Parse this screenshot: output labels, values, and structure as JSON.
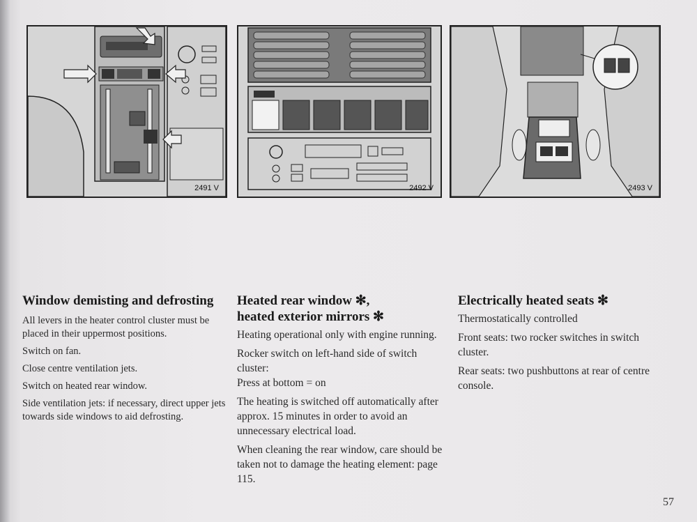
{
  "figures": [
    {
      "label": "2491 V"
    },
    {
      "label": "2492 V"
    },
    {
      "label": "2493 V"
    }
  ],
  "sections": [
    {
      "heading": "Window demisting and defrosting",
      "paragraphs": [
        "All levers in the heater control cluster must be placed in their uppermost positions.",
        "Switch on fan.",
        "Close centre ventilation jets.",
        "Switch on heated rear window.",
        "Side ventilation jets: if necessary, direct upper jets towards side windows to aid defrosting."
      ]
    },
    {
      "heading_line1": "Heated rear window ✻,",
      "heading_line2": "heated exterior mirrors ✻",
      "paragraphs": [
        "Heating operational only with engine running.",
        "Rocker switch on left-hand side of switch cluster:",
        "Press at bottom = on",
        "The heating is switched off automatically after approx. 15 minutes in order to avoid an unnecessary electrical load.",
        "When cleaning the rear window, care should be taken not to damage the heating element: page 115."
      ]
    },
    {
      "heading": "Electrically heated seats ✻",
      "paragraphs": [
        "Thermostatically controlled",
        "Front seats: two rocker switches in switch cluster.",
        "Rear seats: two pushbuttons at rear of centre console."
      ]
    }
  ],
  "page_number": "57"
}
